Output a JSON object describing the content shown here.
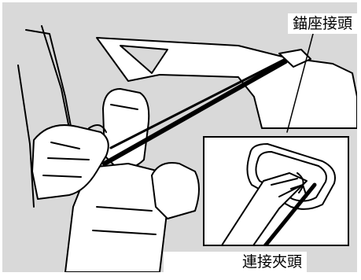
{
  "labels": {
    "anchor": "錨座接頭",
    "clip": "連接夾頭"
  },
  "colors": {
    "background": "#d9d9d9",
    "line": "#000000",
    "fill": "#ffffff"
  },
  "icons": [
    "tether-strap",
    "anchor-point",
    "hand"
  ]
}
